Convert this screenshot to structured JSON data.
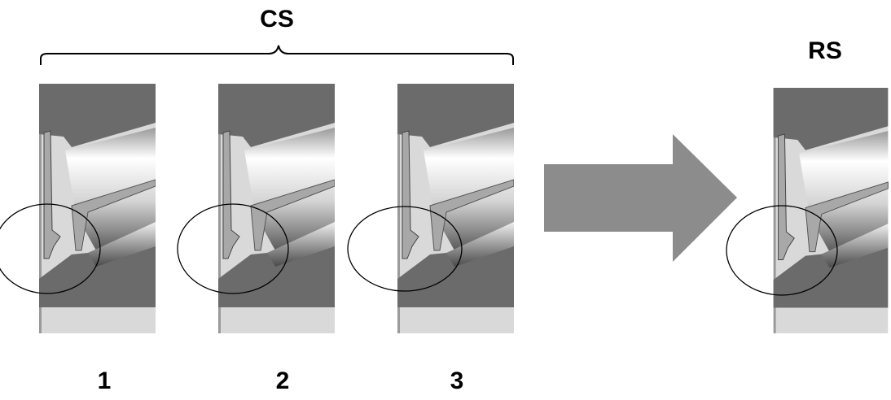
{
  "group_label": "CS",
  "target_label": "RS",
  "variants": [
    {
      "label": "1"
    },
    {
      "label": "2"
    },
    {
      "label": "3"
    }
  ],
  "colors": {
    "ring": "#6b6b6b",
    "base": "#d9d9d9",
    "arrow": "#8c8c8c",
    "seal": "#a8a8a8"
  }
}
